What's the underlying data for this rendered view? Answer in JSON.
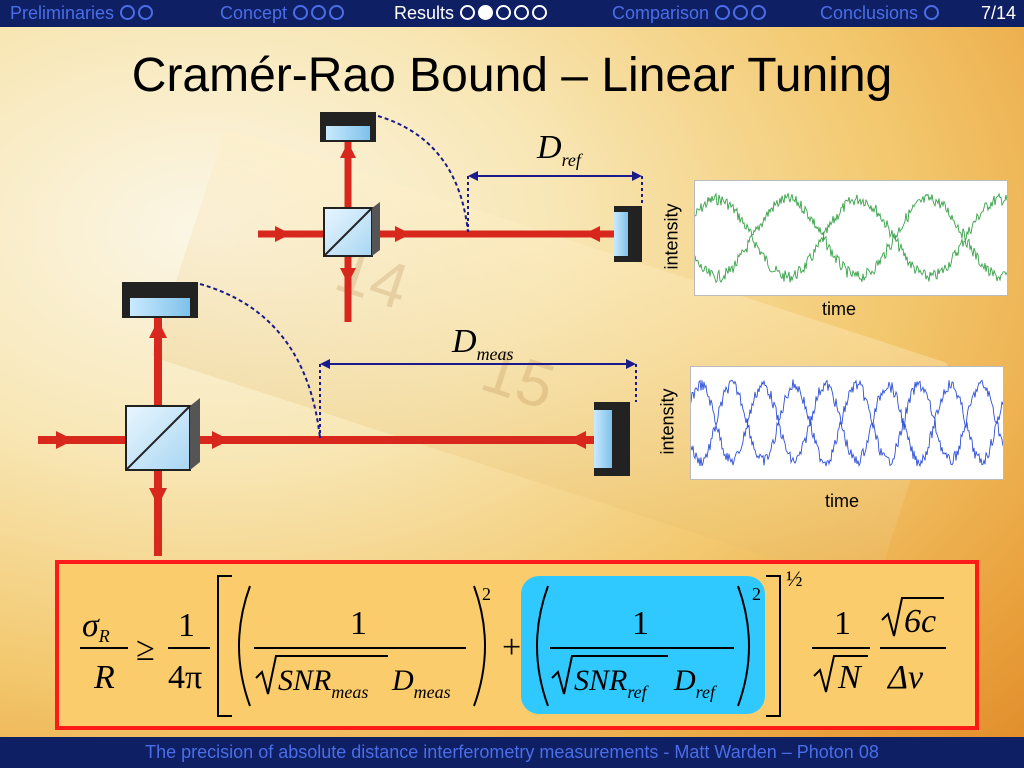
{
  "nav": {
    "items": [
      {
        "label": "Preliminaries",
        "dots": 2,
        "active_dot": -1
      },
      {
        "label": "Concept",
        "dots": 3,
        "active_dot": -1
      },
      {
        "label": "Results",
        "dots": 5,
        "active_dot": 1
      },
      {
        "label": "Comparison",
        "dots": 3,
        "active_dot": -1
      },
      {
        "label": "Conclusions",
        "dots": 1,
        "active_dot": -1
      }
    ],
    "page": "7/14"
  },
  "title": "Cramér-Rao Bound – Linear Tuning",
  "diagram": {
    "d_ref": "D",
    "d_ref_sub": "ref",
    "d_meas": "D",
    "d_meas_sub": "meas"
  },
  "charts": [
    {
      "ylabel": "intensity",
      "xlabel": "time",
      "color": "#3aa24a",
      "series": "ref",
      "cycles": 2.2
    },
    {
      "ylabel": "intensity",
      "xlabel": "time",
      "color": "#3050d8",
      "series": "meas",
      "cycles": 5.0
    }
  ],
  "formula": {
    "lhs_num": "σ",
    "lhs_num_sub": "R",
    "lhs_den": "R",
    "geq": "≥",
    "c1_num": "1",
    "c1_den": "4π",
    "frac_num": "1",
    "snr_meas": "SNR",
    "snr_meas_sub": "meas",
    "d_meas": "D",
    "d_meas_sub": "meas",
    "plus": "+",
    "snr_ref": "SNR",
    "snr_ref_sub": "ref",
    "d_ref": "D",
    "d_ref_sub": "ref",
    "exp2": "2",
    "exp_half": "½",
    "n_num": "1",
    "n_den": "N",
    "c_num": "6c",
    "c_den": "Δν"
  },
  "footer": "The precision of absolute distance interferometry measurements - Matt Warden – Photon 08",
  "colors": {
    "nav_bg": "#0f1f63",
    "nav_dim": "#4a6ee8",
    "beam": "#d8281e",
    "box_border": "#ff1a1a",
    "highlight": "#2fc9ff"
  }
}
